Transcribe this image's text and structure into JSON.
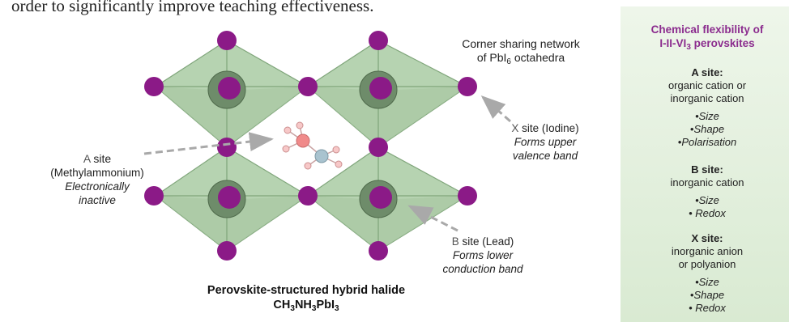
{
  "top_text": "order to significantly improve teaching effectiveness.",
  "labels": {
    "corner_line1": "Corner sharing network",
    "corner_line2_pre": "of PbI",
    "corner_line2_sub": "6",
    "corner_line2_post": " octahedra",
    "x_site_letter": "X",
    "x_site_rest": " site (Iodine)",
    "x_site_desc1": "Forms upper",
    "x_site_desc2": "valence band",
    "a_site_letter": "A",
    "a_site_rest": " site",
    "a_site_sub": "(Methylammonium)",
    "a_site_desc1": "Electronically",
    "a_site_desc2": "inactive",
    "b_site_letter": "B",
    "b_site_rest": " site (Lead)",
    "b_site_desc1": "Forms lower",
    "b_site_desc2": "conduction band"
  },
  "caption": {
    "line1": "Perovskite-structured hybrid halide",
    "line2_pre": "CH",
    "line2_sub1": "3",
    "line2_mid1": "NH",
    "line2_sub2": "3",
    "line2_mid2": "PbI",
    "line2_sub3": "3"
  },
  "panel": {
    "title_line1": "Chemical flexibility of",
    "title_line2_pre": "I-II-VI",
    "title_line2_sub": "3",
    "title_line2_post": " perovskites",
    "a_head": "A site:",
    "a_desc1": "organic cation or",
    "a_desc2": "inorganic cation",
    "a_items": [
      "Size",
      "Shape",
      "Polarisation"
    ],
    "b_head": "B site:",
    "b_desc": "inorganic cation",
    "b_items": [
      "Size",
      "Redox"
    ],
    "x_head": "X site:",
    "x_desc1": "inorganic anion",
    "x_desc2": "or polyanion",
    "x_items": [
      "Size",
      "Shape",
      "Redox"
    ]
  },
  "colors": {
    "iodine": "#8b1a87",
    "octahedron_fill": "#b6d3b1",
    "octahedron_edge": "#7fa57a",
    "lead_ring": "#6e8c6a",
    "panel_title": "#8b2c8e",
    "arrow": "#a9a9a9"
  }
}
